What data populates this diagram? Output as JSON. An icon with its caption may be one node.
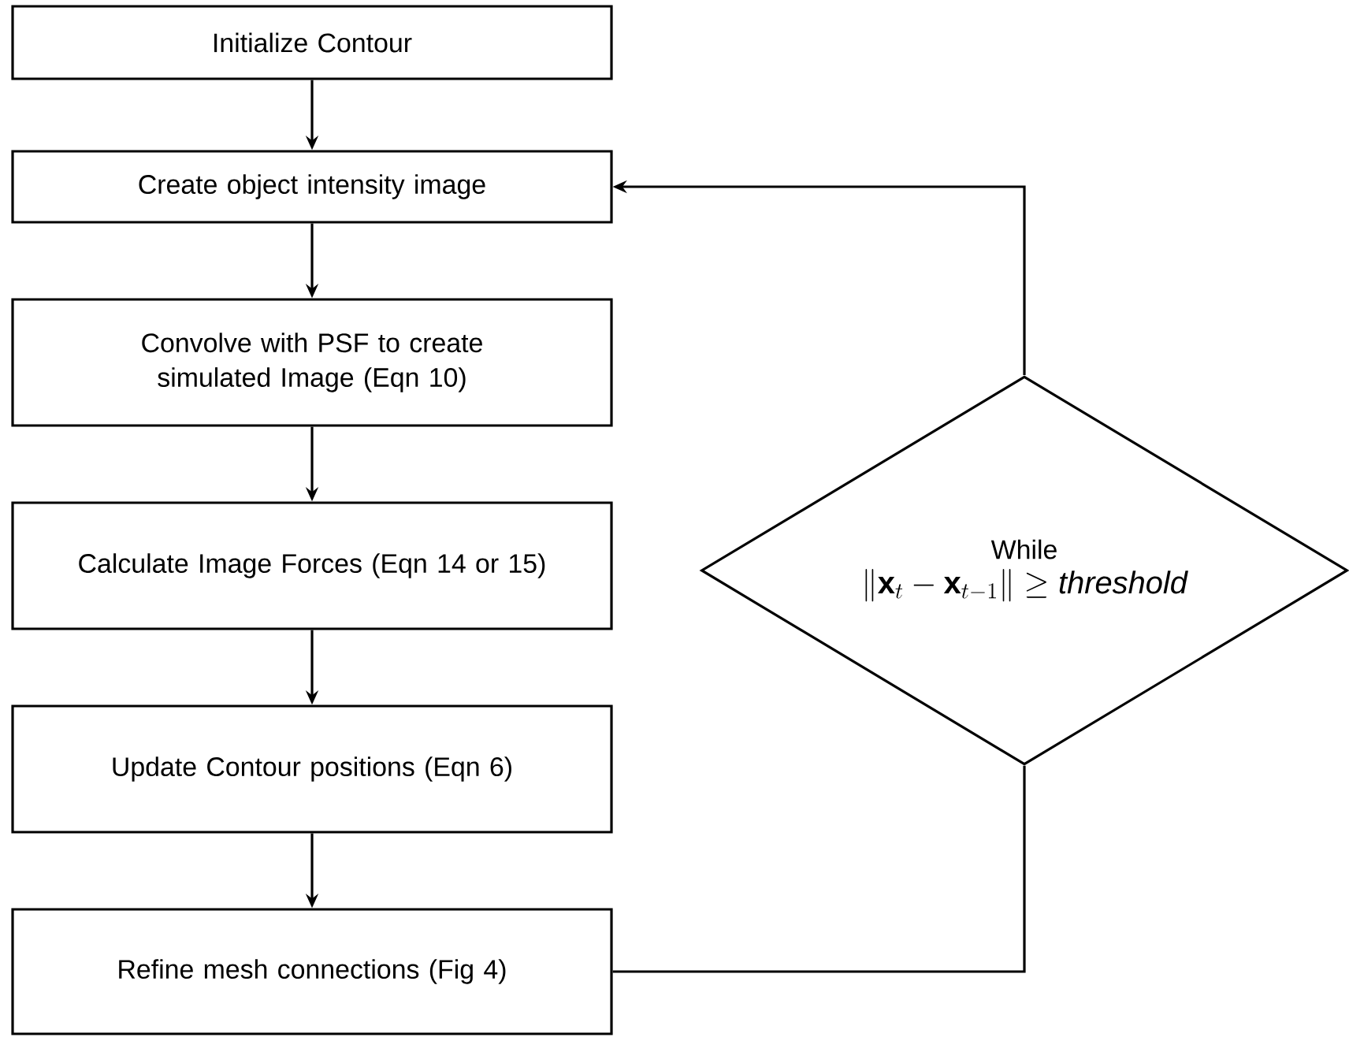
{
  "diagram": {
    "nodes": [
      {
        "text": [
          "Initialize Contour"
        ]
      },
      {
        "text": [
          "Create object intensity image"
        ]
      },
      {
        "text": [
          "Convolve with PSF to create simulated Image (Eqn 10)"
        ]
      },
      {
        "text": [
          "Calculate Image Forces (Eqn 14 or 15)"
        ]
      },
      {
        "text": [
          "Update Contour positions (Eqn 6)"
        ]
      },
      {
        "text": [
          "Refine mesh connections (Fig 4)"
        ]
      },
      {
        "text": [
          "While",
          "\\left\\|\\mathbf{x}_{t}-\\mathbf{x}_{t-1}\\right\\|\\geq \\mathit{threshold}"
        ]
      }
    ],
    "edges": [
      {
        "from": 0,
        "to": 1,
        "arrow": "to"
      },
      {
        "from": 1,
        "to": 2,
        "arrow": "to"
      },
      {
        "from": 2,
        "to": 3,
        "arrow": "to"
      },
      {
        "from": 3,
        "to": 4,
        "arrow": "to"
      },
      {
        "from": 4,
        "to": 5,
        "arrow": "to"
      },
      {
        "from": 5,
        "to": 6,
        "arrow": "none"
      },
      {
        "from": 6,
        "to": 1,
        "arrow": "to"
      }
    ]
  }
}
